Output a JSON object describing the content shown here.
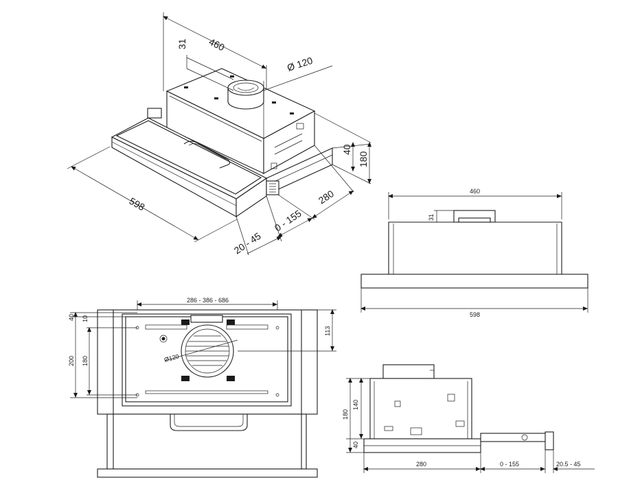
{
  "iso_view": {
    "depth": "460",
    "top_offset": "31",
    "duct_diameter": "Ø 120",
    "width": "598",
    "front_height": "40",
    "total_height": "180",
    "body_depth": "280",
    "drawer_travel": "0 - 155",
    "front_panel": "20 - 45"
  },
  "front_view": {
    "depth": "460",
    "top_offset": "31",
    "width": "598"
  },
  "bottom_view": {
    "fixing_spacing": "286 - 386 - 686",
    "left_top": "40",
    "left_inner_top": "10",
    "left_height": "200",
    "left_inner_height": "180",
    "right_offset": "113",
    "duct_diameter": "Ø120"
  },
  "side_view": {
    "total_height": "180",
    "body_height": "140",
    "base_height": "40",
    "body_depth": "280",
    "drawer_travel": "0 - 155",
    "front_panel": "20.5 - 45"
  }
}
